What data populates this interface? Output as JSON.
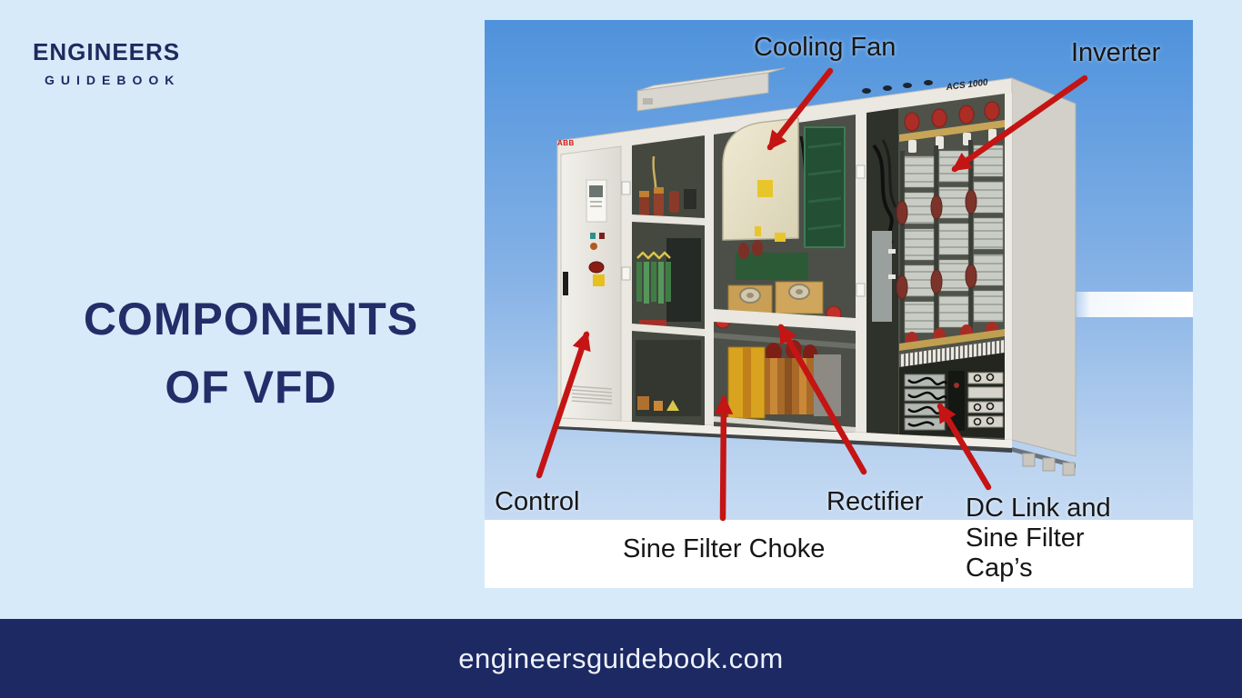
{
  "brand": {
    "line1": "ENGINEERS",
    "line2": "GUIDEBOOK"
  },
  "title": {
    "line1": "COMPONENTS",
    "line2": "OF VFD"
  },
  "footer": {
    "website": "engineersguidebook.com"
  },
  "diagram": {
    "cabinet_badge": "ACS 1000",
    "cabinet_logo": "ABB",
    "annotations": {
      "cooling_fan": "Cooling Fan",
      "inverter": "Inverter",
      "control": "Control",
      "rectifier": "Rectifier",
      "sine_filter_choke": "Sine Filter Choke",
      "dc_link_line1": "DC Link and",
      "dc_link_line2": "Sine Filter",
      "dc_link_line3": "Cap’s"
    },
    "colors": {
      "page_background": "#d7eafa",
      "navy": "#1e2a5e",
      "footer_bar": "#1c2963",
      "arrow_red": "#c41414",
      "sky_top": "#4e92dc",
      "cabinet_body": "#eae8e1"
    }
  }
}
